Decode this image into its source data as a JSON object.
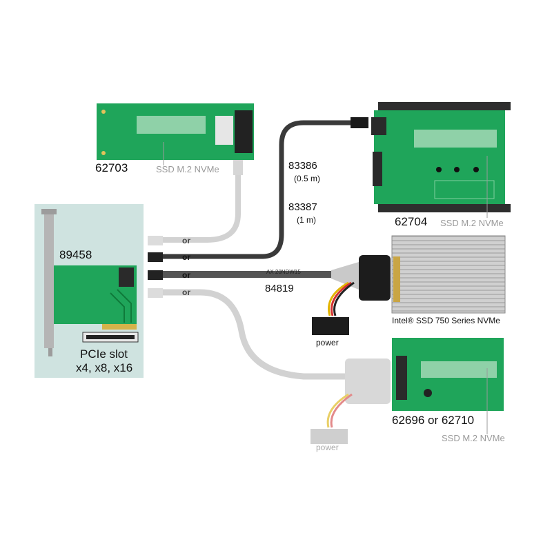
{
  "labels": {
    "card_62703": "62703",
    "ssd_nvme_top": "SSD M.2 NVMe",
    "cable_83386": "83386",
    "cable_83386_len": "(0.5 m)",
    "cable_83387": "83387",
    "cable_83387_len": "(1 m)",
    "card_89458": "89458",
    "or_1": "or",
    "or_2": "or",
    "or_3": "or",
    "or_4": "or",
    "cable_84819": "84819",
    "cable_print": "AX 20NDW15",
    "card_62704": "62704",
    "ssd_nvme_right": "SSD M.2 NVMe",
    "intel_ssd": "Intel® SSD 750 Series NVMe",
    "power_1": "power",
    "pcie_slot": "PCIe slot",
    "pcie_widths": "x4, x8, x16",
    "card_62696": "62696 or 62710",
    "ssd_nvme_bottom": "SSD M.2 NVMe",
    "power_2": "power"
  },
  "colors": {
    "pcb": "#1fa55a",
    "pcb_dark": "#138a45",
    "panel": "#cfe3e0",
    "cable": "#3a3a3a",
    "cable_faded": "#d2d2d2",
    "slot_bracket": "#b5b5b5",
    "ssd_body": "#c8c8c8",
    "faded_text": "#9a9a9a"
  }
}
